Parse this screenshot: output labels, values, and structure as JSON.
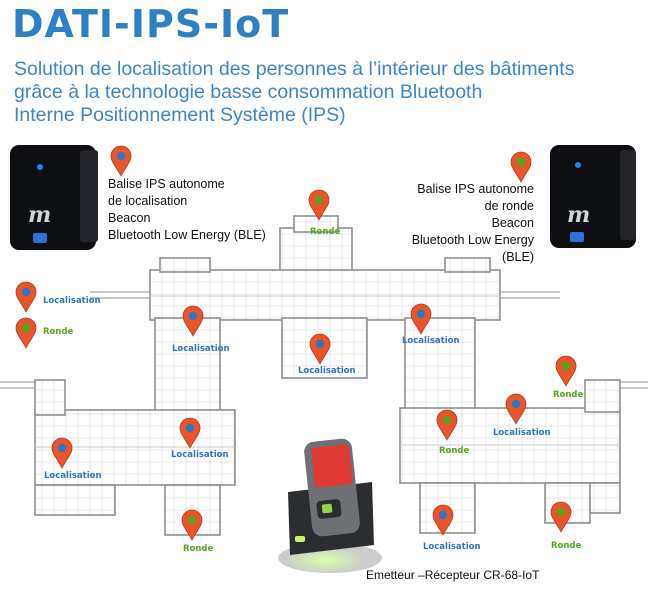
{
  "header": {
    "title": "DATI-IPS-IoT",
    "subtitle_line1": "Solution de localisation des personnes à l’intérieur des bâtiments",
    "subtitle_line2": "grâce à la technologie basse consommation Bluetooth",
    "subtitle_line3": "Interne Positionnement Système (IPS)"
  },
  "beacon_left": {
    "line1": "Balise IPS autonome",
    "line2": "de localisation",
    "line3": "Beacon",
    "line4": "Bluetooth Low Energy (BLE)",
    "pin_color": "#2f76c6"
  },
  "beacon_right": {
    "line1": "Balise IPS autonome",
    "line2": "de ronde",
    "line3": "Beacon",
    "line4": "Bluetooth Low Energy (BLE)",
    "pin_color": "#5aa41c"
  },
  "legend": {
    "localisation": "Localisation",
    "ronde": "Ronde"
  },
  "map_labels": {
    "ronde": "Ronde",
    "localisation": "Localisation"
  },
  "device": {
    "caption": "Emetteur –Récepteur CR-68-IoT"
  },
  "colors": {
    "title": "#2f7fc4",
    "pin_body": "#e8542c",
    "localisation_dot": "#2f76c6",
    "ronde_dot": "#5aa41c",
    "floorplan_line": "#9a9a9a"
  },
  "icons": [
    "map-pin-icon",
    "beacon-icon",
    "bluetooth-icon",
    "handheld-device-icon"
  ]
}
